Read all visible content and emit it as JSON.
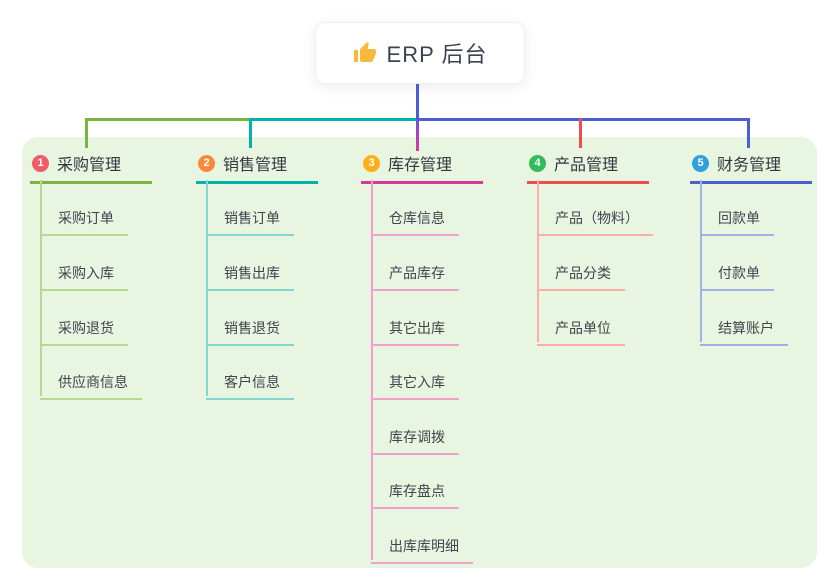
{
  "root": {
    "title": "ERP 后台",
    "icon": "thumbs-up-icon",
    "icon_color": "#f6b93b",
    "stem_color": "#4a5fd6"
  },
  "connector": {
    "segment_colors": [
      "#7cb342",
      "#00b2a9",
      "#4a5fd6"
    ],
    "drop_colors": [
      "#7cb342",
      "#00b2a9",
      "#d6399b",
      "#ef4f4c",
      "#4a5fd6"
    ]
  },
  "panel": {
    "background": "#e8f5e1"
  },
  "branches": [
    {
      "num": "1",
      "label": "采购管理",
      "badge_color": "#f25c68",
      "line_color": "#7cb342",
      "child_line_color": "#b3da8e",
      "children": [
        "采购订单",
        "采购入库",
        "采购退货",
        "供应商信息"
      ]
    },
    {
      "num": "2",
      "label": "销售管理",
      "badge_color": "#f98a3c",
      "line_color": "#00b2a9",
      "child_line_color": "#82d8cf",
      "children": [
        "销售订单",
        "销售出库",
        "销售退货",
        "客户信息"
      ]
    },
    {
      "num": "3",
      "label": "库存管理",
      "badge_color": "#fbb018",
      "line_color": "#d6399b",
      "child_line_color": "#f0a0cd",
      "children": [
        "仓库信息",
        "产品库存",
        "其它出库",
        "其它入库",
        "库存调拨",
        "库存盘点",
        "出库库明细"
      ]
    },
    {
      "num": "4",
      "label": "产品管理",
      "badge_color": "#31bd59",
      "line_color": "#ef4f4c",
      "child_line_color": "#f8b0a8",
      "children": [
        "产品（物料）",
        "产品分类",
        "产品单位"
      ]
    },
    {
      "num": "5",
      "label": "财务管理",
      "badge_color": "#2ea0dd",
      "line_color": "#4a5fd6",
      "child_line_color": "#9fb1e6",
      "children": [
        "回款单",
        "付款单",
        "结算账户"
      ]
    }
  ]
}
